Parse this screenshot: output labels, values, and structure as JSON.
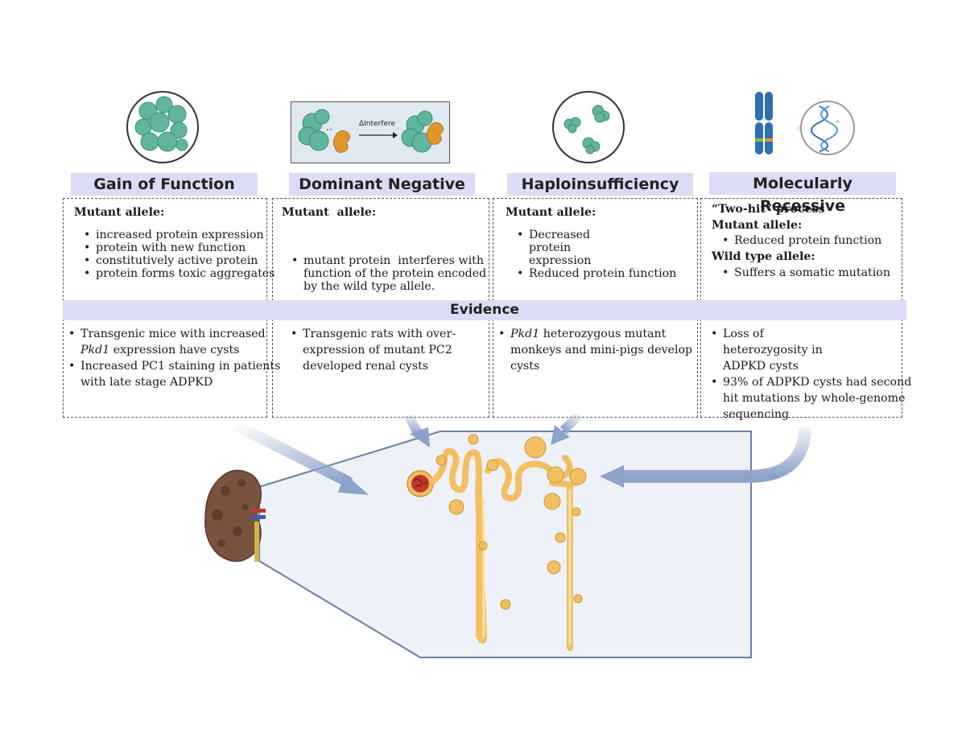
{
  "inset": {
    "label": "ΔInterfere"
  },
  "columns": [
    {
      "title": "Gain of Function",
      "mutant_label": "Mutant allele:",
      "mutant_points": [
        "increased protein expression",
        "protein with new function",
        "constitutively active protein",
        "protein forms toxic aggregates"
      ],
      "evidence": [
        {
          "italic": "",
          "pre": "Transgenic mice with increased",
          "italic2": "Pkd1",
          "post": "expression have cysts"
        },
        {
          "text": "Increased PC1 staining in patients with late stage ADPKD"
        }
      ]
    },
    {
      "title": "Dominant Negative",
      "mutant_label": "Mutant  allele:",
      "mutant_points": [
        "mutant protein  interferes with function of the protein encoded by the wild type allele."
      ],
      "evidence": [
        {
          "text": "Transgenic rats with over-expression of mutant PC2 developed renal cysts"
        }
      ]
    },
    {
      "title": "Haploinsufficiency",
      "mutant_label": "Mutant allele:",
      "mutant_points": [
        "Decreased protein expression",
        "Reduced protein function"
      ],
      "evidence": [
        {
          "italic": "Pkd1",
          "text": "heterozygous mutant monkeys and mini-pigs develop cysts"
        }
      ]
    },
    {
      "title": "Molecularly Recessive",
      "intro": "“Two-hit” process",
      "mutant_label": "Mutant allele:",
      "mutant_points": [
        "Reduced protein function"
      ],
      "wild_label": "Wild type allele:",
      "wild_points": [
        "Suffers a somatic mutation"
      ],
      "evidence": [
        {
          "text": "Loss of heterozygosity in ADPKD cysts"
        },
        {
          "text": "93% of ADPKD cysts had second hit mutations by whole-genome sequencing"
        }
      ]
    }
  ],
  "evidence_label": "Evidence",
  "colors": {
    "header_bg": "#dcdcf6",
    "protein": "#5fb59e",
    "partner": "#e0962a",
    "arrow": "#8da2c9",
    "tubule": "#f2c062",
    "kidney": "#7a5240",
    "panel": "#eef1f8"
  }
}
